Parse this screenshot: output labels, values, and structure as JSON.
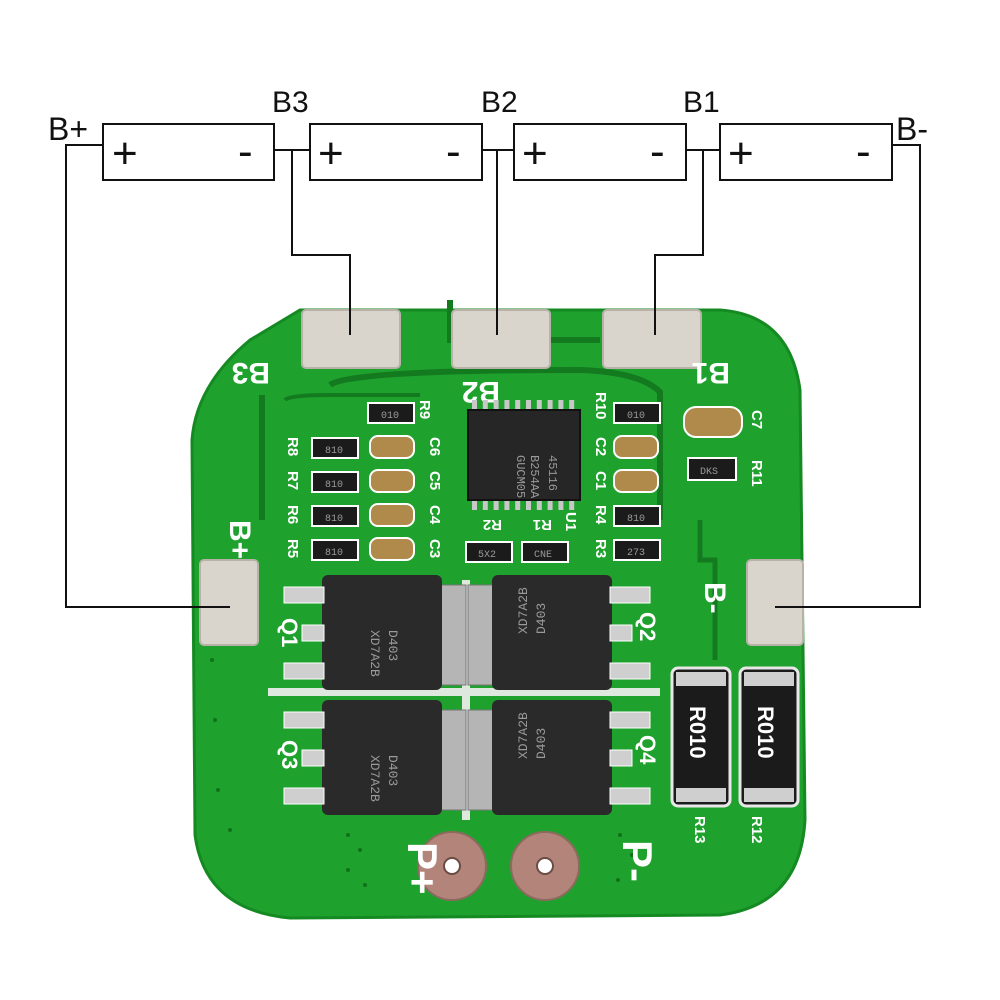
{
  "wiring": {
    "terminals": {
      "b_plus": "B+",
      "b3": "B3",
      "b2": "B2",
      "b1": "B1",
      "b_minus": "B-"
    },
    "cells": [
      {
        "plus": "+",
        "minus": "-"
      },
      {
        "plus": "+",
        "minus": "-"
      },
      {
        "plus": "+",
        "minus": "-"
      },
      {
        "plus": "+",
        "minus": "-"
      }
    ]
  },
  "board": {
    "colors": {
      "pcb": "#1fa12e",
      "pcb_dark": "#147a20",
      "pad": "#d9d4cc",
      "mosfet": "#2a2a2a",
      "wire": "#111111"
    },
    "pad_labels": {
      "b3": "B3",
      "b2": "B2",
      "b1": "B1",
      "b_plus": "B+",
      "b_minus": "B-",
      "p_plus": "P+",
      "p_minus": "P-"
    },
    "ic": {
      "line1": "B254AA",
      "line2": "GUCM05",
      "line3": "45116",
      "designator": "U1"
    },
    "mosfets": [
      {
        "designator": "Q1",
        "marking1": "D403",
        "marking2": "XD7A2B"
      },
      {
        "designator": "Q2",
        "marking1": "D403",
        "marking2": "XD7A2B"
      },
      {
        "designator": "Q3",
        "marking1": "D403",
        "marking2": "XD7A2B"
      },
      {
        "designator": "Q4",
        "marking1": "D403",
        "marking2": "XD7A2B"
      }
    ],
    "shunts": [
      {
        "designator": "R13",
        "value": "R010"
      },
      {
        "designator": "R12",
        "value": "R010"
      }
    ],
    "designators_left": [
      "R9",
      "R8",
      "R7",
      "R6",
      "R5"
    ],
    "designators_caps_left": [
      "C6",
      "C5",
      "C4",
      "C3"
    ],
    "designators_right": [
      "R10",
      "C2",
      "C1",
      "R4",
      "R3"
    ],
    "designators_misc": {
      "c7": "C7",
      "r11": "R11",
      "r2": "R2",
      "r1": "R1"
    },
    "resistor_codes": {
      "r9": "010",
      "r8": "810",
      "r7": "810",
      "r6": "810",
      "r5": "810",
      "r10": "010",
      "r4": "810",
      "r3": "273",
      "r11": "DKS",
      "r2": "5X2",
      "r1": "CNE"
    }
  }
}
